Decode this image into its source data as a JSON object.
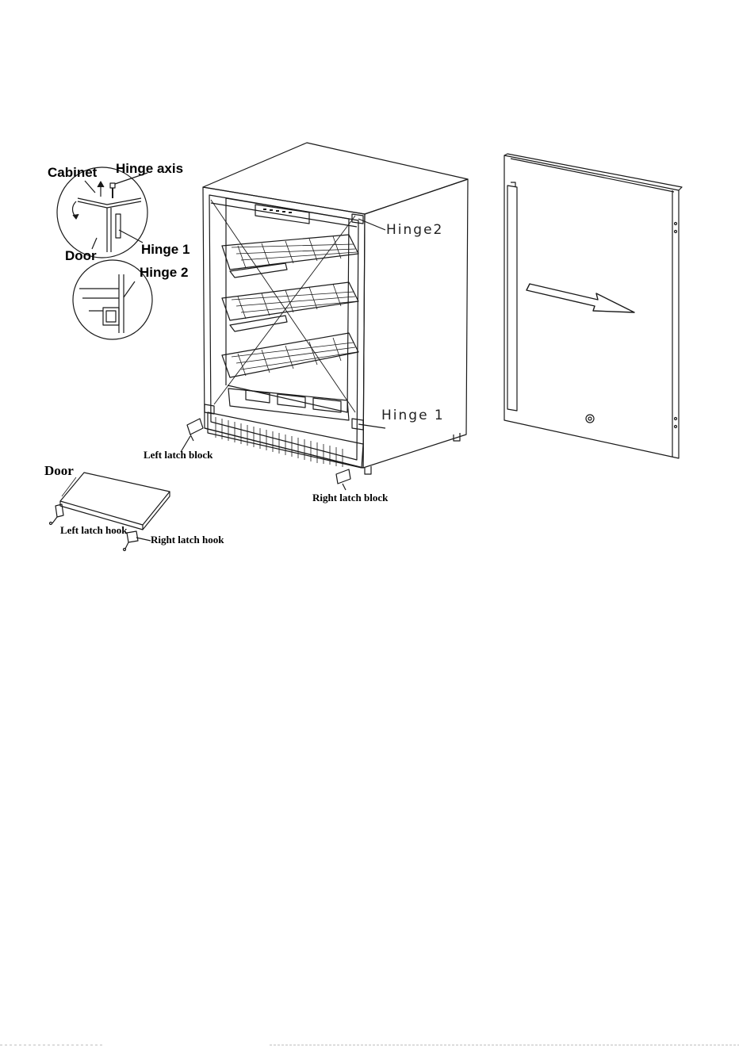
{
  "labels": {
    "cabinet": "Cabinet",
    "hinge_axis": "Hinge axis",
    "door_detail": "Door",
    "hinge1_detail": "Hinge 1",
    "hinge2_detail": "Hinge 2",
    "hinge2_main": "Hinge2",
    "hinge1_main": "Hinge  1",
    "left_latch_block": "Left latch block",
    "right_latch_block": "Right latch block",
    "door_bottom": "Door",
    "left_latch_hook": "Left latch hook",
    "right_latch_hook": "Right latch hook"
  },
  "colors": {
    "line": "#1a1a1a",
    "background": "#ffffff"
  }
}
